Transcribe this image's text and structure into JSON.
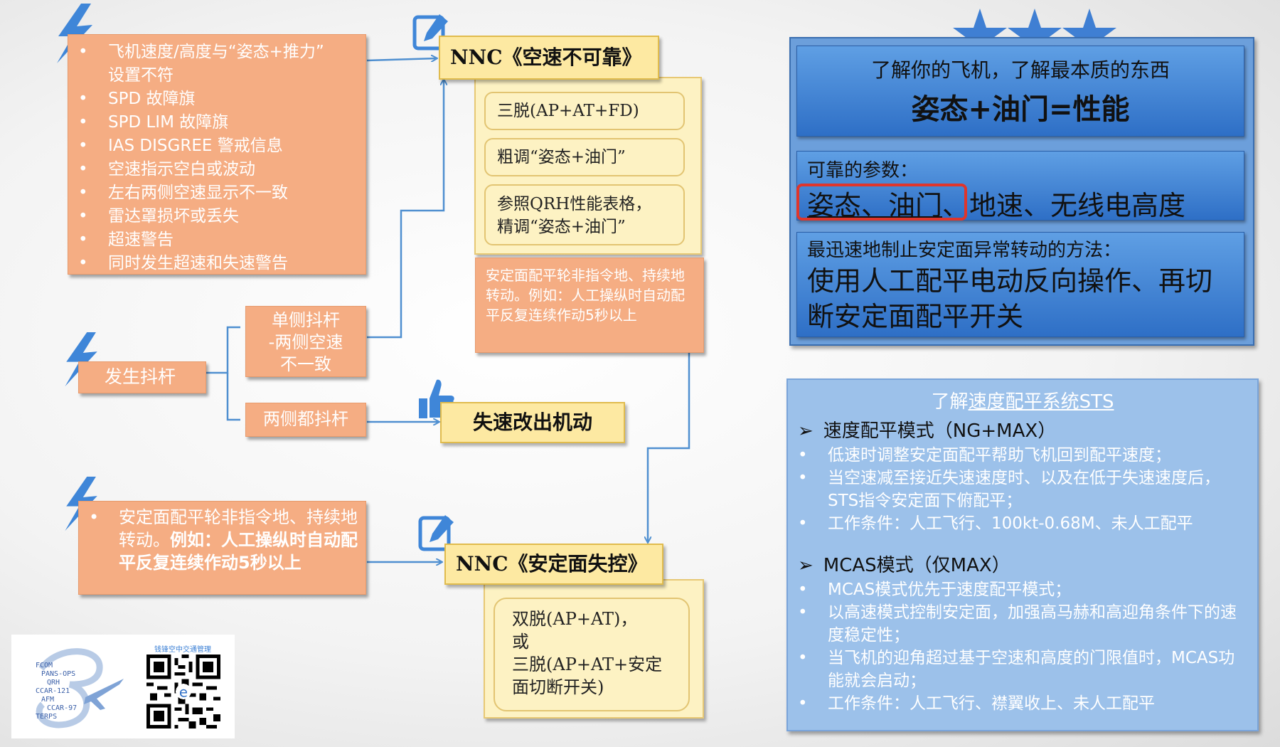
{
  "symptoms_box": {
    "items": [
      "飞机速度/高度与“姿态+推力”\n设置不符",
      "SPD 故障旗",
      "SPD LIM 故障旗",
      "IAS DISGREE 警戒信息",
      "空速指示空白或波动",
      "左右两侧空速显示不一致",
      "雷达罩损坏或丢失",
      "超速警告",
      "同时发生超速和失速警告"
    ]
  },
  "nnc_airspeed": {
    "title": "NNC《空速不可靠》",
    "steps": [
      "三脱(AP+AT+FD)",
      "粗调“姿态+油门”",
      "参照QRH性能表格，\n精调“姿态+油门”"
    ]
  },
  "stab_note": "安定面配平轮非指令地、持续地转动。例如：人工操纵时自动配平反复连续作动5秒以上",
  "stick_shaker": {
    "trigger": "发生抖杆",
    "branch_single": "单侧抖杆\n-两侧空速\n不一致",
    "branch_both": "两侧都抖杆"
  },
  "stall_recovery": "失速改出机动",
  "stab_trigger": {
    "text_prefix": "安定面配平轮非指令地、持续地转动。",
    "text_bold": "例如：人工操纵时自动配平反复连续作动5秒以上"
  },
  "nnc_stab": {
    "title": "NNC《安定面失控》",
    "action": "双脱(AP+AT)，\n或\n三脱(AP+AT+安定\n面切断开关)"
  },
  "key_points": {
    "header_sub": "了解你的飞机，了解最本质的东西",
    "header_main": "姿态+油门=性能",
    "reliable_label": "可靠的参数：",
    "reliable_highlight": "姿态、油门",
    "reliable_rest": "、地速、无线电高度",
    "method_label": "最迅速地制止安定面异常转动的方法：",
    "method_text": "使用人工配平电动反向操作、再切断安定面配平开关"
  },
  "sts": {
    "title_prefix": "了解",
    "title_link": "速度配平系统STS",
    "sec1_title": "速度配平模式（NG+MAX）",
    "sec1_items": [
      "低速时调整安定面配平帮助飞机回到配平速度；",
      "当空速减至接近失速速度时、以及在低于失速速度后，STS指令安定面下俯配平；",
      "工作条件：人工飞行、100kt-0.68M、未人工配平"
    ],
    "sec2_title": "MCAS模式（仅MAX）",
    "sec2_items": [
      "MCAS模式优先于速度配平模式；",
      "以高速模式控制安定面，加强高马赫和高迎角条件下的速度稳定性；",
      "当飞机的迎角超过基于空速和高度的门限值时，MCAS功能就会启动；",
      "工作条件：人工飞行、襟翼收上、未人工配平"
    ]
  },
  "logo": {
    "words": [
      "FCOM",
      "PANS-OPS",
      "QRH",
      "CCAR-121",
      "AFM",
      "CCAR-97",
      "TERPS"
    ],
    "qr_caption": "钱锋空中交通管理"
  },
  "colors": {
    "orange": "#f5ad83",
    "yellow": "#fdf2c3",
    "blue": "#3a7fd5",
    "arrow": "#4f8fd0",
    "star": "#3f7fd3",
    "highlight": "#e0352b"
  }
}
